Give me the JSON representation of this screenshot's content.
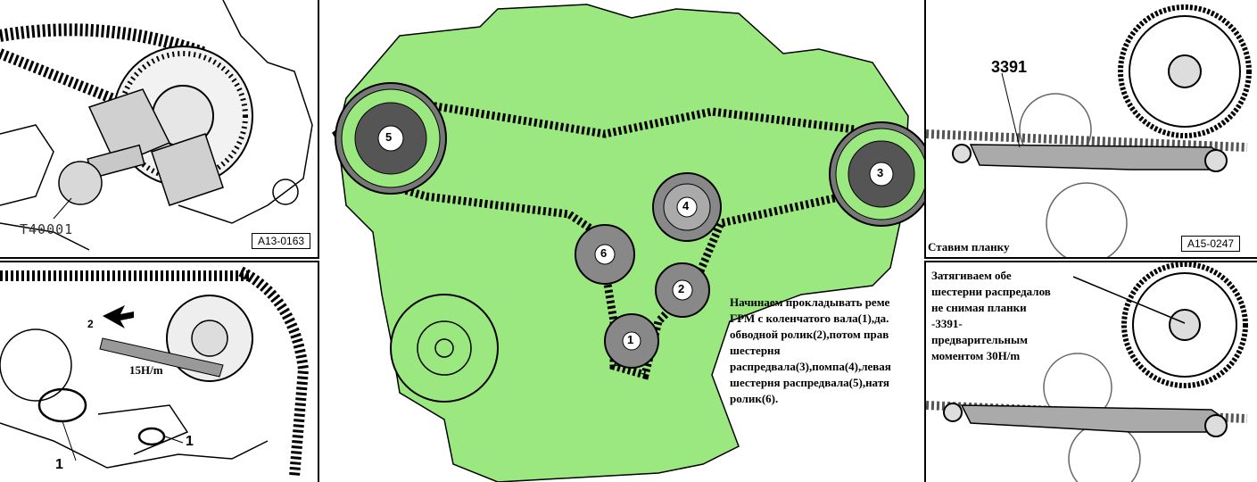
{
  "top_left": {
    "tool_code": "T40001",
    "ref": "A13-0163"
  },
  "bottom_left": {
    "arrow_number": "2",
    "torque": "15Н/m",
    "part_label_a": "1",
    "part_label_b": "1"
  },
  "center": {
    "sprockets": [
      "1",
      "2",
      "3",
      "4",
      "5",
      "6"
    ],
    "note": "Начинаем прокладывать реме\nГРМ с коленчатого вала(1),да.\nобводной ролик(2),потом прав\nшестерня\nраспредвала(3),помпа(4),левая\nшестерня распредвала(5),натя\nролик(6).",
    "highlight_color": "#9be880"
  },
  "top_right": {
    "tool_number": "3391",
    "caption": "Ставим планку",
    "ref": "A15-0247"
  },
  "bottom_right": {
    "note": "Затягиваем обе\nшестерни распредалов\nне снимая планки\n-3391-\nпредварительным\nмоментом 30Н/m"
  }
}
